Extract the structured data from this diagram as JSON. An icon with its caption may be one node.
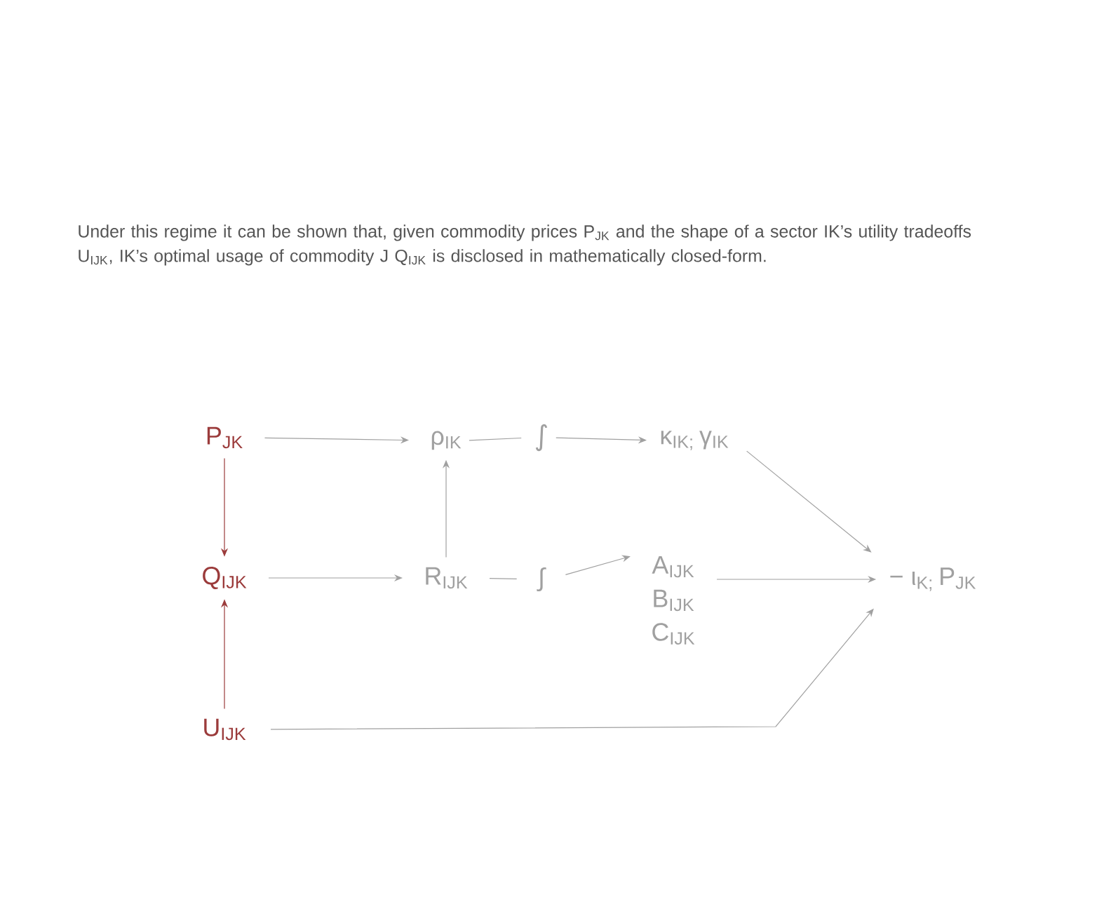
{
  "diagram": {
    "nodes": [
      {
        "text": [
          "P$_{JK}$"
        ]
      },
      {
        "text": [
          "ρ$_{IK}$"
        ]
      },
      {
        "text": [
          "∫"
        ]
      },
      {
        "text": [
          "κ$_{IK; }$γ$_{IK}$"
        ]
      },
      {
        "text": [
          "Q$_{IJK}$"
        ]
      },
      {
        "text": [
          "R$_{IJK}$"
        ]
      },
      {
        "text": [
          "∫"
        ]
      },
      {
        "text": [
          "A$_{IJK}$",
          "B$_{IJK}$",
          "C$_{IJK}$"
        ]
      },
      {
        "text": [
          "− ι$_{K; }$P$_{JK}$"
        ]
      },
      {
        "text": [
          "U$_{IJK}$"
        ]
      }
    ],
    "edges": [
      {
        "from": 0,
        "to": 1,
        "arrow": "to"
      },
      {
        "from": 1,
        "to": 2,
        "arrow": "none"
      },
      {
        "from": 2,
        "to": 3,
        "arrow": "to"
      },
      {
        "from": 3,
        "to": 8,
        "arrow": "to"
      },
      {
        "from": 0,
        "to": 4,
        "arrow": "to",
        "color": "#9b3b3b"
      },
      {
        "from": 9,
        "to": 4,
        "arrow": "to",
        "color": "#9b3b3b"
      },
      {
        "from": 4,
        "to": 5,
        "arrow": "to"
      },
      {
        "from": 5,
        "to": 1,
        "arrow": "to"
      },
      {
        "from": 5,
        "to": 6,
        "arrow": "none"
      },
      {
        "from": 6,
        "to": 7,
        "arrow": "to"
      },
      {
        "from": 7,
        "to": 8,
        "arrow": "to"
      },
      {
        "from": 9,
        "to": 8,
        "arrow": "to"
      }
    ],
    "labels": [
      "Under this regime it can be shown that, given commodity prices P$_{JK}$ and the shape of a sector IK’s utility tradeoffs U$_{IJK}$, IK’s optimal usage of commodity J Q$_{IJK}$ is disclosed in mathematically closed-form."
    ]
  }
}
